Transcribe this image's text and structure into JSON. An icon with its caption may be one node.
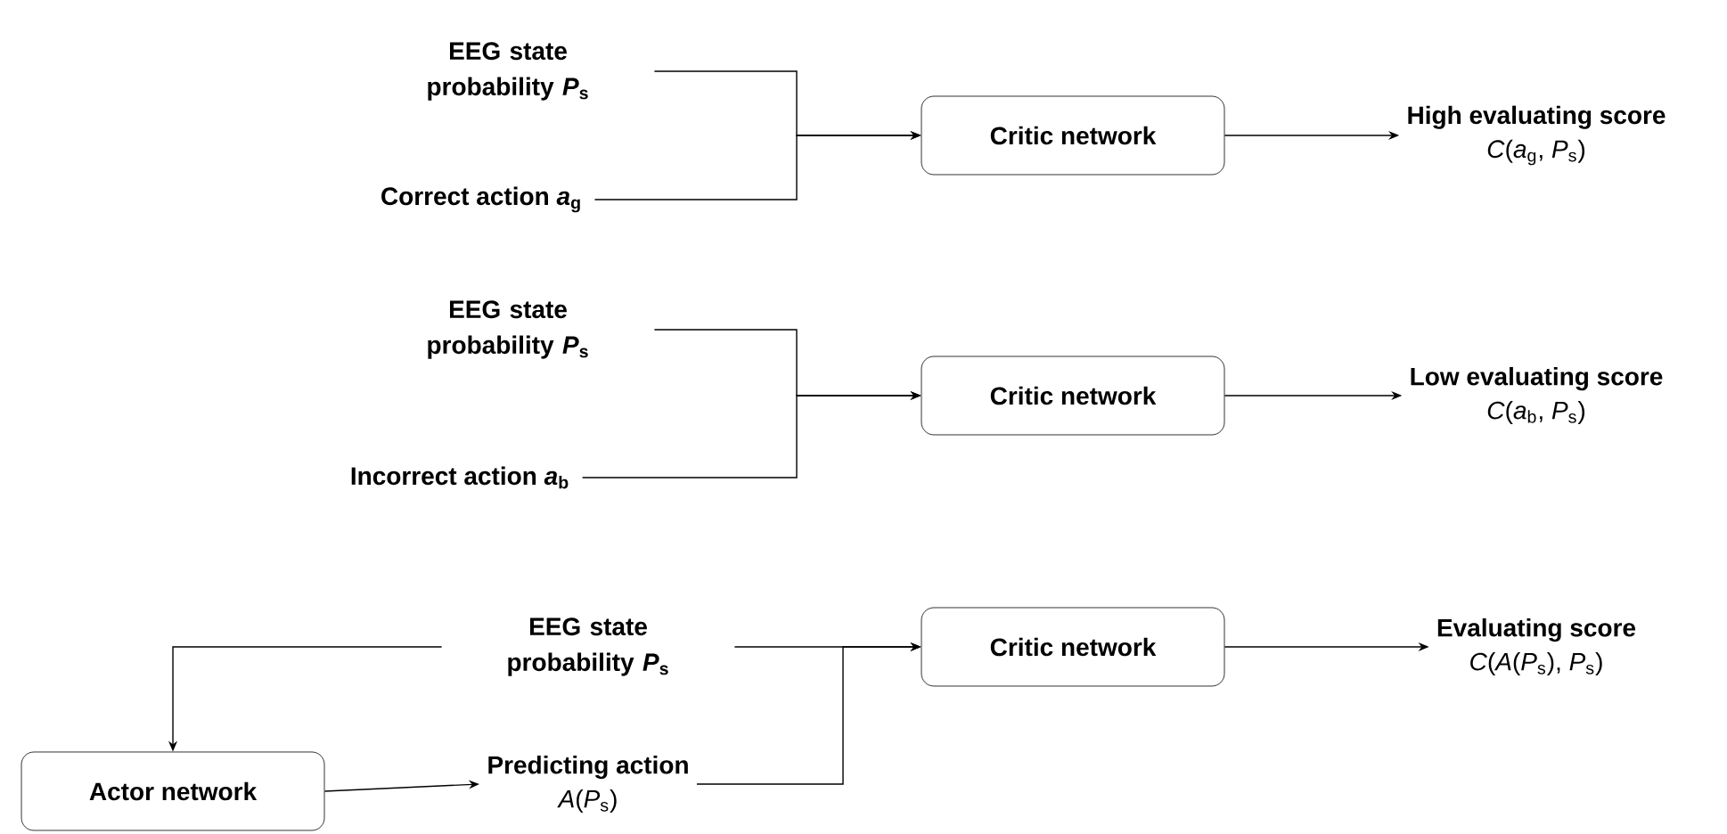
{
  "diagram": {
    "nodes": [
      {
        "text": [
          "EEG state probability *P*$_{s}$"
        ]
      },
      {
        "text": [
          "Correct action *a*$_{g}$"
        ]
      },
      {
        "text": [
          "Critic network"
        ]
      },
      {
        "text": [
          "High evaluating score",
          "*C*(*a*$_{g}$, *P*$_{s}$)"
        ]
      },
      {
        "text": [
          "EEG state probability *P*$_{s}$"
        ]
      },
      {
        "text": [
          "Incorrect action *a*$_{b}$"
        ]
      },
      {
        "text": [
          "Critic network"
        ]
      },
      {
        "text": [
          "Low evaluating score",
          "*C*(*a*$_{b}$, *P*$_{s}$)"
        ]
      },
      {
        "text": [
          "EEG state probability *P*$_{s}$"
        ]
      },
      {
        "text": [
          "Actor network"
        ]
      },
      {
        "text": [
          "Predicting action",
          "*A*(*P*$_{s}$)"
        ]
      },
      {
        "text": [
          "Critic network"
        ]
      },
      {
        "text": [
          "Evaluating score",
          "*C*(*A*(*P*$_{s}$), *P*$_{s}$)"
        ]
      }
    ],
    "edges": [
      {
        "from": 0,
        "to": 2,
        "arrow": "to"
      },
      {
        "from": 1,
        "to": 2,
        "arrow": "to"
      },
      {
        "from": 2,
        "to": 3,
        "arrow": "to"
      },
      {
        "from": 4,
        "to": 6,
        "arrow": "to"
      },
      {
        "from": 5,
        "to": 6,
        "arrow": "to"
      },
      {
        "from": 6,
        "to": 7,
        "arrow": "to"
      },
      {
        "from": 8,
        "to": 9,
        "arrow": "to"
      },
      {
        "from": 9,
        "to": 10,
        "arrow": "to"
      },
      {
        "from": 8,
        "to": 11,
        "arrow": "to"
      },
      {
        "from": 10,
        "to": 11,
        "arrow": "to"
      },
      {
        "from": 11,
        "to": 12,
        "arrow": "to"
      }
    ]
  }
}
